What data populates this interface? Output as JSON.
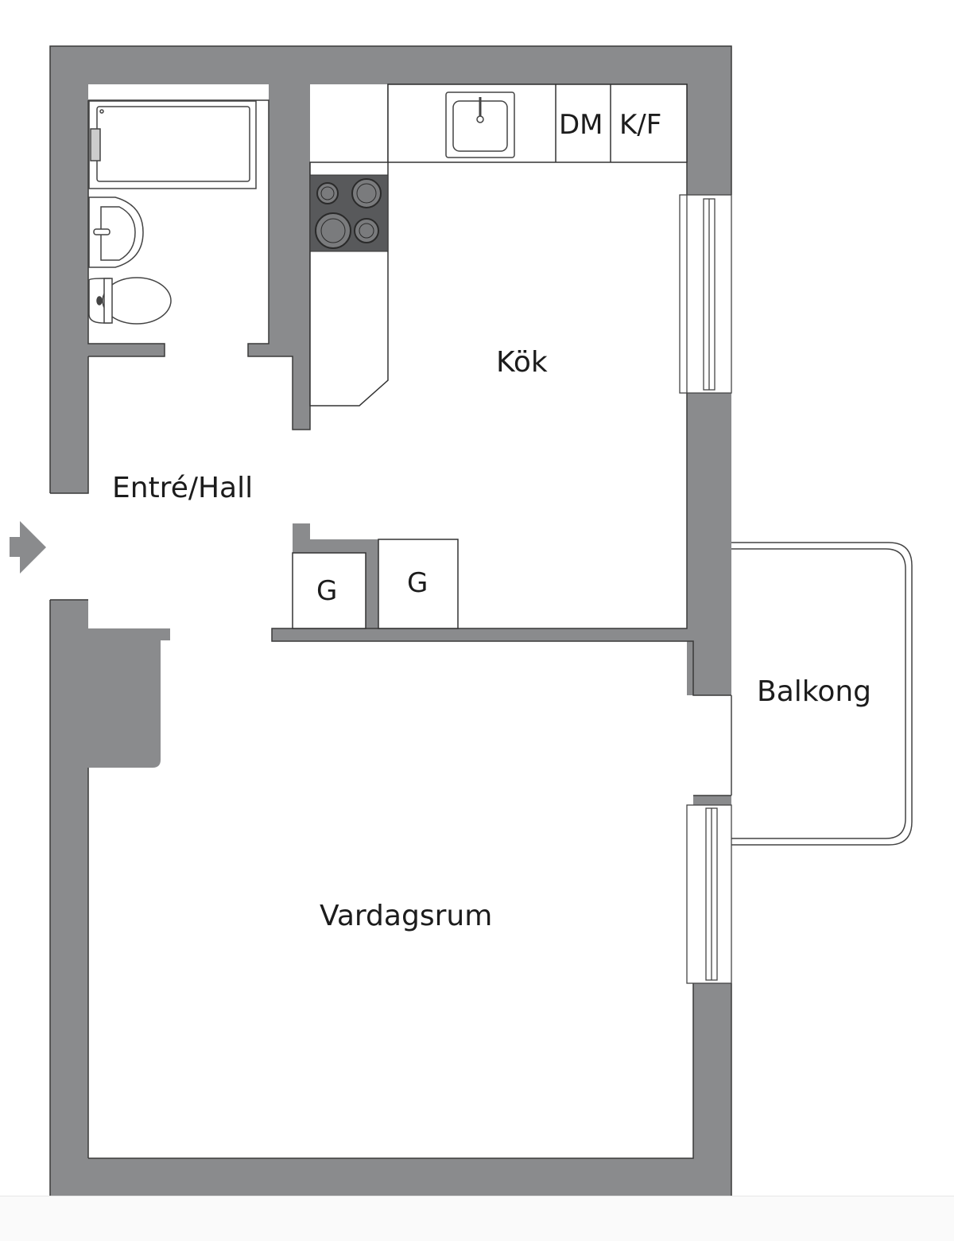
{
  "plan": {
    "wall_color": "#8a8b8d",
    "stove_color": "#58595b",
    "line_color": "#333333"
  },
  "rooms": {
    "kitchen": "Kök",
    "hall": "Entré/Hall",
    "living": "Vardagsrum",
    "balcony": "Balkong"
  },
  "appliances": {
    "dishwasher": "DM",
    "fridge_freezer": "K/F",
    "closet_1": "G",
    "closet_2": "G"
  },
  "icons": {
    "entrance": "entrance-arrow-icon",
    "sink": "kitchen-sink-icon",
    "stove": "stove-icon",
    "bathtub": "bathtub-icon",
    "washbasin": "washbasin-icon",
    "toilet": "toilet-icon"
  }
}
